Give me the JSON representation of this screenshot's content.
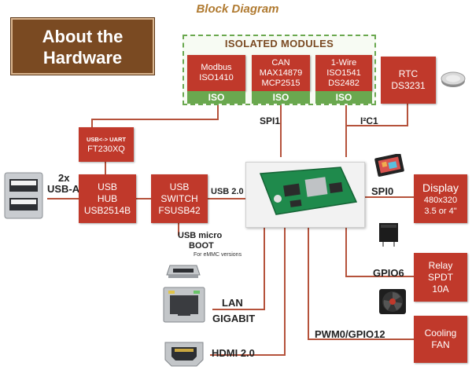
{
  "header": {
    "diagram_title": "Block Diagram",
    "about_line1": "About the",
    "about_line2": "Hardware"
  },
  "isolated": {
    "title": "ISOLATED MODULES",
    "modules": [
      {
        "lines": [
          "Modbus",
          "ISO1410"
        ],
        "iso": "ISO"
      },
      {
        "lines": [
          "CAN",
          "MAX14879",
          "MCP2515"
        ],
        "iso": "ISO"
      },
      {
        "lines": [
          "1-Wire",
          "ISO1541",
          "DS2482"
        ],
        "iso": "ISO"
      }
    ]
  },
  "rtc": {
    "lines": [
      "RTC",
      "DS3231"
    ]
  },
  "uart": {
    "lines": [
      "USB<-> UART",
      "FT230XQ"
    ]
  },
  "hub": {
    "lines": [
      "USB",
      "HUB",
      "USB2514B"
    ]
  },
  "switch": {
    "lines": [
      "USB",
      "SWITCH",
      "FSUSB42"
    ]
  },
  "display": {
    "lines": [
      "Display",
      "480x320",
      "3.5 or 4\""
    ]
  },
  "relay": {
    "lines": [
      "Relay",
      "SPDT",
      "10A"
    ]
  },
  "fan": {
    "lines": [
      "Cooling",
      "FAN"
    ]
  },
  "labels": {
    "spi1": "SPI1",
    "i2c1": "I²C1",
    "usba_1": "2x",
    "usba_2": "USB-A",
    "usb20": "USB 2.0",
    "usb_micro": "USB micro",
    "boot": "BOOT",
    "emmc_note": "For eMMC versions",
    "spi0": "SPI0",
    "gpio6": "GPIO6",
    "lan": "LAN",
    "gigabit": "GIGABIT",
    "hdmi": "HDMI 2.0",
    "pwm": "PWM0/GPIO12"
  },
  "colors": {
    "box": "#c0392b",
    "iso": "#6aa84f",
    "accent": "#7a4a22",
    "wire": "#b5523b"
  }
}
